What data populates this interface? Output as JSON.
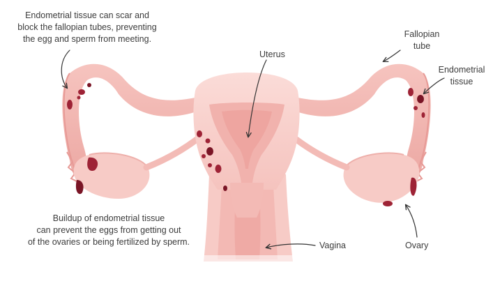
{
  "labels": {
    "top_left_note": [
      "Endometrial tissue can scar and",
      "block the fallopian tubes, preventing",
      "the egg and sperm from meeting."
    ],
    "bottom_left_note": [
      "Buildup of endometrial tissue",
      "can prevent the eggs from getting out",
      "of the ovaries or being fertilized by sperm."
    ],
    "uterus": "Uterus",
    "fallopian_tube": [
      "Fallopian",
      "tube"
    ],
    "endometrial_tissue": [
      "Endometrial",
      "tissue"
    ],
    "vagina": "Vagina",
    "ovary": "Ovary"
  },
  "colors": {
    "tissue_light": "#f9d3cf",
    "tissue_mid": "#f2b6b1",
    "tissue_dark": "#e79a96",
    "lesion": "#9e2336",
    "lesion_dark": "#7a1526",
    "arrow": "#333333"
  }
}
